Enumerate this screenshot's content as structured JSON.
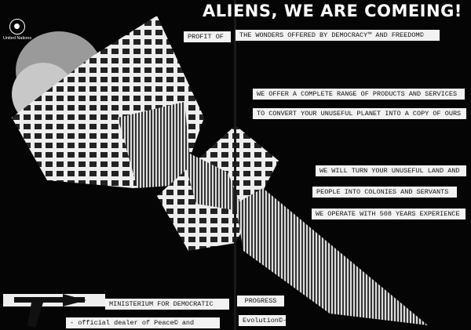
{
  "headline": "ALIENS, WE ARE COMEING!",
  "logo": {
    "text": "United Nations"
  },
  "strips": {
    "profit_of": "PROFIT OF",
    "wonders": "THE WONDERS OFFERED BY DEMOCRACY™ AND FREEDOM©",
    "offer": "WE OFFER A COMPLETE RANGE OF PRODUCTS AND SERVICES",
    "convert": "TO CONVERT YOUR UNUSEFUL PLANET INTO A COPY OF OURS",
    "turn_land": "WE WILL TURN YOUR UNUSEFUL LAND AND",
    "people": "PEOPLE INTO COLONIES AND SERVANTS",
    "experience": "WE OPERATE WITH 508 YEARS EXPERIENCE",
    "ministerium": "MINISTERIUM FOR DEMOCRATIC",
    "progress": "PROGRESS",
    "dealer": "- official dealer of Peace© and",
    "evolution": "Evolution©-"
  }
}
